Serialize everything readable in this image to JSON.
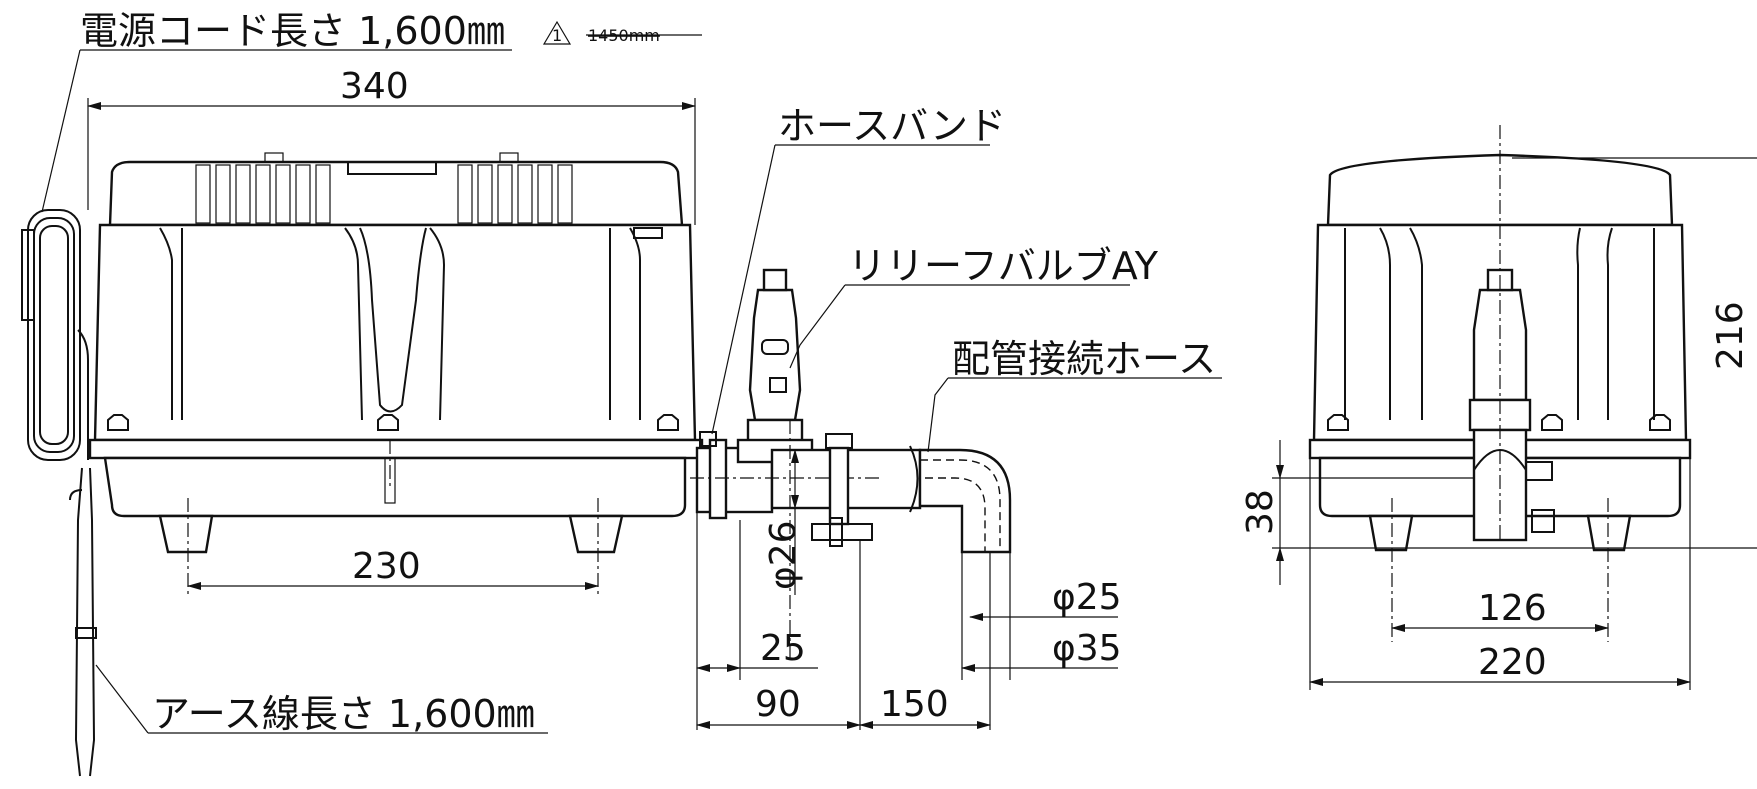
{
  "labels": {
    "power_cord": "電源コード長さ 1,600㎜",
    "revision_mark": "1",
    "old_value": "1450mm",
    "hose_band": "ホースバンド",
    "relief_valve": "リリーフバルブAY",
    "pipe_hose": "配管接続ホース",
    "earth_wire": "アース線長さ 1,600㎜"
  },
  "dimensions": {
    "overall_length": "340",
    "foot_span": "230",
    "outlet_dia": "φ26",
    "offset_25": "25",
    "outlet_90": "90",
    "hose_150": "150",
    "hose_in_dia": "φ25",
    "hose_out_dia": "φ35",
    "height_216": "216",
    "height_38": "38",
    "foot_span_side": "126",
    "width_220": "220"
  }
}
